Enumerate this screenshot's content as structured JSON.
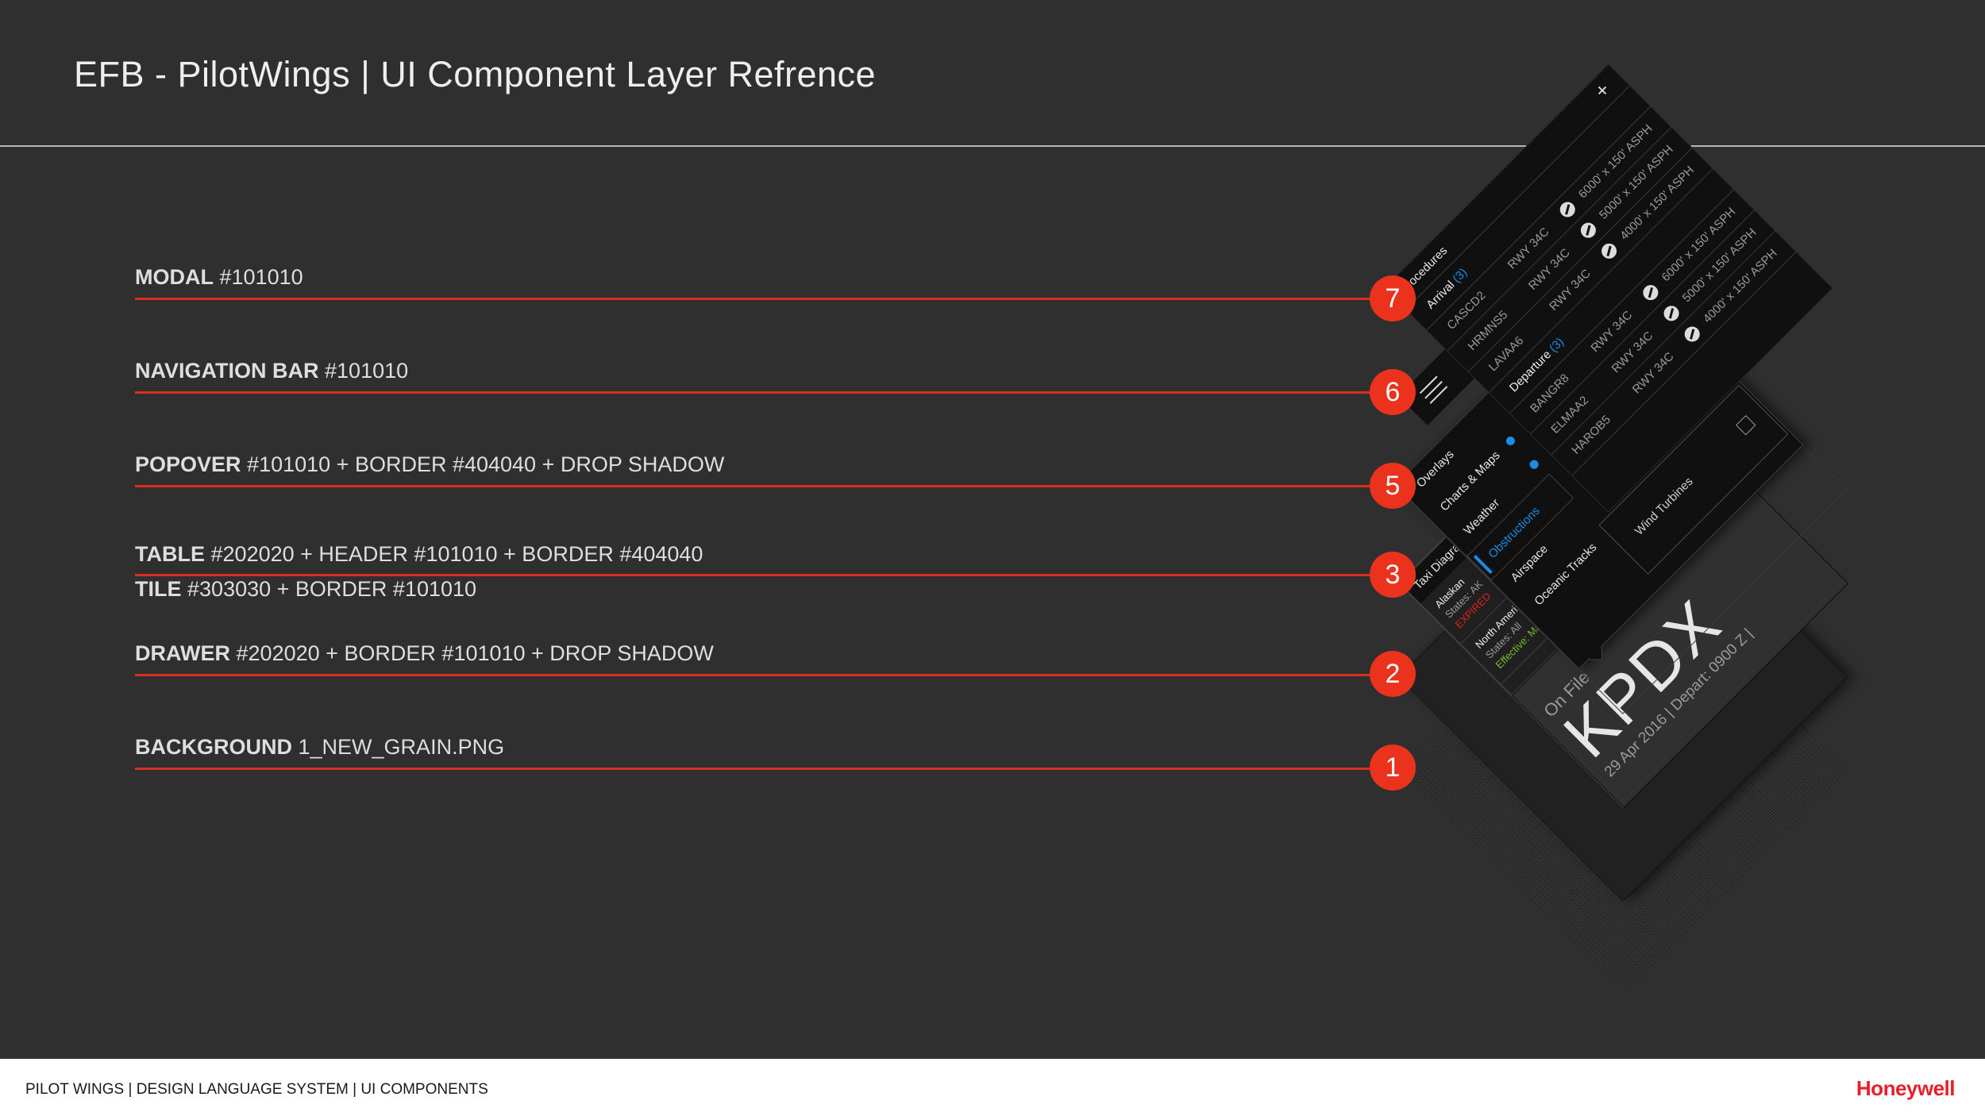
{
  "header": {
    "title": "EFB - PilotWings | UI Component Layer Refrence"
  },
  "layers": [
    {
      "number": "7",
      "name": "MODAL",
      "spec": "#101010"
    },
    {
      "number": "6",
      "name": "NAVIGATION BAR",
      "spec": "#101010"
    },
    {
      "number": "5",
      "name": "POPOVER",
      "spec": "#101010 + BORDER #404040 + DROP SHADOW"
    },
    {
      "number": "3",
      "name": "TABLE",
      "spec": "#202020 + HEADER #101010 + BORDER #404040",
      "name2": "TILE",
      "spec2": "#303030 + BORDER #101010"
    },
    {
      "number": "2",
      "name": "DRAWER",
      "spec": "#202020 + BORDER #101010 + DROP SHADOW"
    },
    {
      "number": "1",
      "name": "BACKGROUND",
      "spec": "1_NEW_GRAIN.PNG"
    }
  ],
  "colors": {
    "accent_red": "#ea321c",
    "blue": "#1a8ce6",
    "expired": "#e0201c",
    "effective": "#7ab82e",
    "modal": "#101010",
    "drawer": "#202020",
    "tile": "#303030",
    "border": "#404040"
  },
  "mockup": {
    "modal": {
      "title": "Procedures",
      "add_icon": "plus-icon",
      "sections": [
        {
          "label": "Arrival",
          "count": "(3)",
          "rows": [
            {
              "name": "CASCD2",
              "runway": "RWY 34C",
              "surface": "6000' x 150' ASPH"
            },
            {
              "name": "HRMNS5",
              "runway": "RWY 34C",
              "surface": "5000' x 150' ASPH"
            },
            {
              "name": "LAVAA6",
              "runway": "RWY 34C",
              "surface": "4000' x 150' ASPH"
            }
          ]
        },
        {
          "label": "Departure",
          "count": "(3)",
          "rows": [
            {
              "name": "BANGR8",
              "runway": "RWY 34C",
              "surface": "6000' x 150' ASPH"
            },
            {
              "name": "ELMAA2",
              "runway": "RWY 34C",
              "surface": "5000' x 150' ASPH"
            },
            {
              "name": "HAROB5",
              "runway": "RWY 34C",
              "surface": "4000' x 150' ASPH"
            }
          ]
        }
      ]
    },
    "navbar": {
      "menu_icon": "hamburger-icon"
    },
    "popover": {
      "title": "Overlays",
      "items": [
        "Charts & Maps",
        "Weather",
        "Obstructions",
        "Airspace",
        "Oceanic Tracks"
      ],
      "selected": "Obstructions",
      "sub_item": "Wind Turbines"
    },
    "table": {
      "header": "Taxi Diagra",
      "tiles": [
        {
          "title": "Alaskan",
          "states": "States: AK",
          "status": "EXPIRED"
        },
        {
          "title": "North Ameri",
          "states": "States: All",
          "status": "Effective: Ma"
        }
      ]
    },
    "flight_tile": {
      "label": "On File",
      "airport": "KPDX",
      "details": "29 Apr 2016 | Depart: 0900 Z |"
    }
  },
  "footer": {
    "text": "PILOT WINGS | DESIGN LANGUAGE SYSTEM | UI COMPONENTS",
    "logo": "Honeywell"
  }
}
